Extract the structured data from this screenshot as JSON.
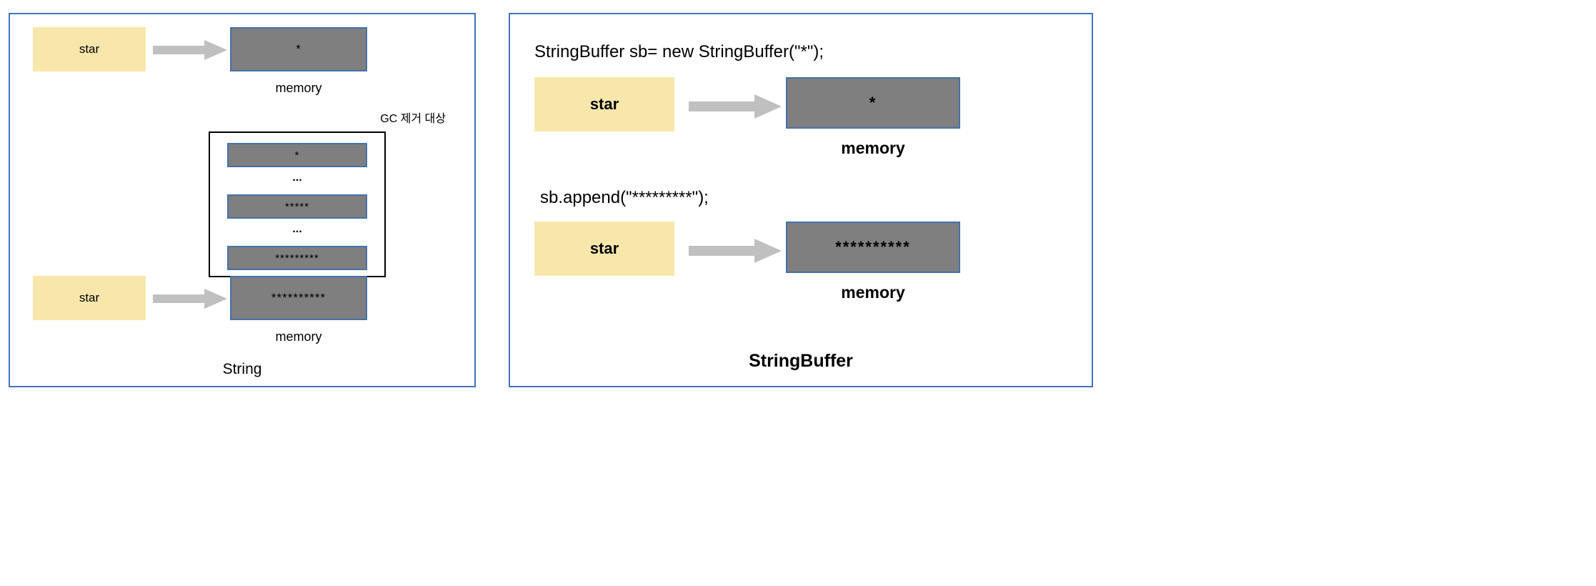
{
  "diagram": {
    "title_left": "String",
    "title_right": "StringBuffer",
    "left_panel": {
      "var_label_top": "star",
      "memory_top_value": "*",
      "memory_top_caption": "memory",
      "gc_label": "GC 제거 대상",
      "gc_stack": [
        {
          "type": "box",
          "value": "*"
        },
        {
          "type": "ellipsis",
          "value": "..."
        },
        {
          "type": "box",
          "value": "*****"
        },
        {
          "type": "ellipsis",
          "value": "..."
        },
        {
          "type": "box",
          "value": "*********"
        }
      ],
      "var_label_bottom": "star",
      "memory_bottom_value": "**********",
      "memory_bottom_caption": "memory"
    },
    "right_panel": {
      "code_line_1": "StringBuffer sb= new StringBuffer(\"*\");",
      "var_label_1": "star",
      "memory_value_1": "*",
      "memory_caption_1": "memory",
      "code_line_2": "sb.append(\"*********\");",
      "var_label_2": "star",
      "memory_value_2": "**********",
      "memory_caption_2": "memory"
    }
  },
  "colors": {
    "panel_border": "#4472c4",
    "variable_box": "#f8e7ab",
    "memory_box": "#7f7f7f",
    "memory_box_border": "#4472a8",
    "arrow": "#c0c0c0",
    "stack_frame_border": "#000000"
  },
  "icons": {
    "arrow": "right-arrow-icon"
  }
}
